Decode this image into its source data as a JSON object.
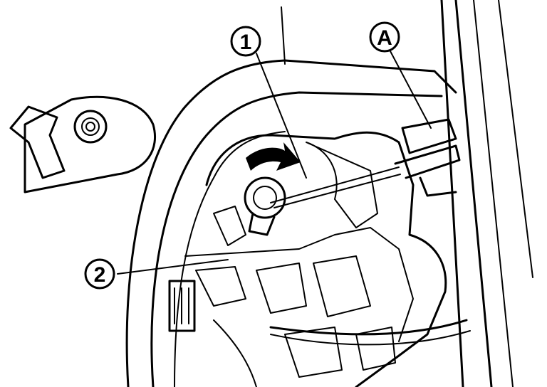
{
  "callouts": {
    "one": "1",
    "two": "2",
    "a": "A"
  },
  "colors": {
    "line": "#000000",
    "background": "#ffffff"
  }
}
